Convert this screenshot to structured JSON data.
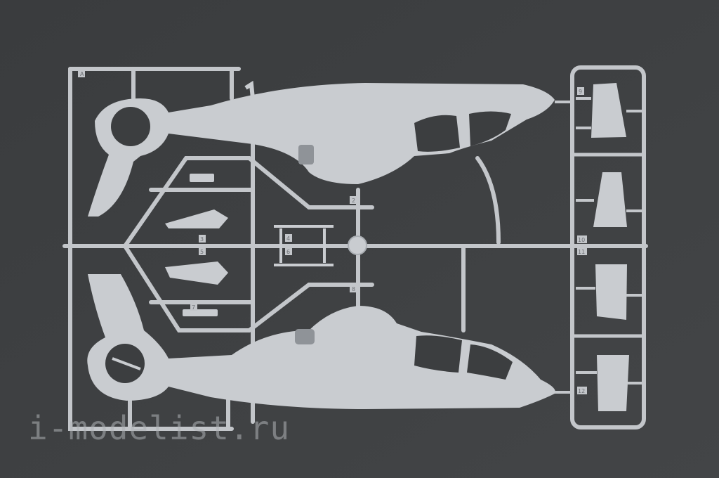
{
  "watermark": "i-modelist.ru",
  "sprue": {
    "frame_letter": "A",
    "part_numbers": [
      "2",
      "3",
      "4",
      "5",
      "6",
      "7",
      "8",
      "9",
      "10",
      "11",
      "12"
    ]
  },
  "colors": {
    "background": "#3c3e40",
    "plastic": "#c9ccd0",
    "plastic_shadow": "#a9adb2"
  }
}
